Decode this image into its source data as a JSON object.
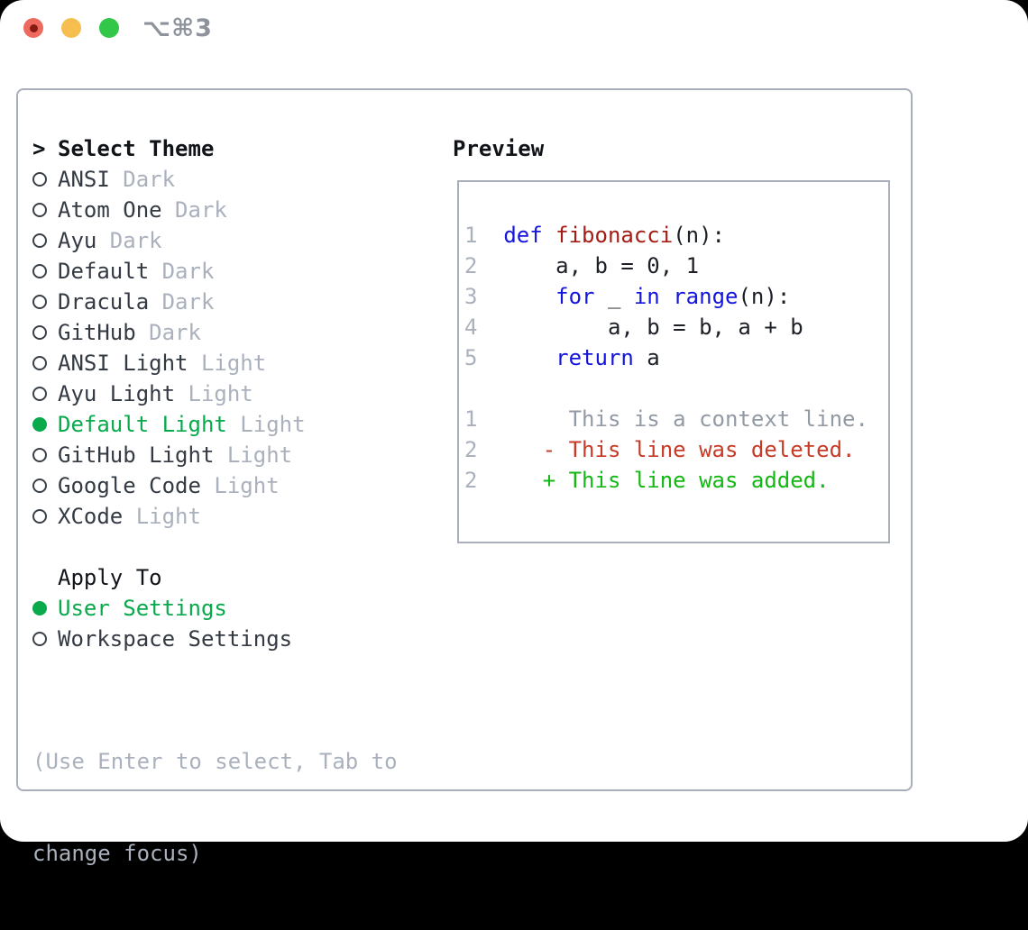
{
  "window": {
    "title": "⌥⌘3"
  },
  "theme_selector": {
    "header": {
      "marker": ">",
      "label": "Select Theme"
    },
    "items": [
      {
        "label": "ANSI",
        "tag": "Dark",
        "selected": false
      },
      {
        "label": "Atom One",
        "tag": "Dark",
        "selected": false
      },
      {
        "label": "Ayu",
        "tag": "Dark",
        "selected": false
      },
      {
        "label": "Default",
        "tag": "Dark",
        "selected": false
      },
      {
        "label": "Dracula",
        "tag": "Dark",
        "selected": false
      },
      {
        "label": "GitHub",
        "tag": "Dark",
        "selected": false
      },
      {
        "label": "ANSI Light",
        "tag": "Light",
        "selected": false
      },
      {
        "label": "Ayu Light",
        "tag": "Light",
        "selected": false
      },
      {
        "label": "Default Light",
        "tag": "Light",
        "selected": true
      },
      {
        "label": "GitHub Light",
        "tag": "Light",
        "selected": false
      },
      {
        "label": "Google Code",
        "tag": "Light",
        "selected": false
      },
      {
        "label": "XCode",
        "tag": "Light",
        "selected": false
      }
    ],
    "apply_to": {
      "header": "Apply To",
      "items": [
        {
          "label": "User Settings",
          "selected": true
        },
        {
          "label": "Workspace Settings",
          "selected": false
        }
      ]
    },
    "help": [
      "(Use Enter to select, Tab to",
      "change focus)"
    ]
  },
  "preview": {
    "title": "Preview",
    "code_lines": [
      {
        "num": "1",
        "segments": [
          {
            "text": "def",
            "role": "kw"
          },
          {
            "text": " ",
            "role": "d"
          },
          {
            "text": "fibonacci",
            "role": "fn"
          },
          {
            "text": "(n):",
            "role": "d"
          }
        ]
      },
      {
        "num": "2",
        "segments": [
          {
            "text": "    a, b = 0, 1",
            "role": "d"
          }
        ]
      },
      {
        "num": "3",
        "segments": [
          {
            "text": "    ",
            "role": "d"
          },
          {
            "text": "for",
            "role": "kw"
          },
          {
            "text": " _ ",
            "role": "d"
          },
          {
            "text": "in",
            "role": "kw"
          },
          {
            "text": " ",
            "role": "d"
          },
          {
            "text": "range",
            "role": "kw"
          },
          {
            "text": "(n):",
            "role": "d"
          }
        ]
      },
      {
        "num": "4",
        "segments": [
          {
            "text": "        a, b = b, a + b",
            "role": "d"
          }
        ]
      },
      {
        "num": "5",
        "segments": [
          {
            "text": "    ",
            "role": "d"
          },
          {
            "text": "return",
            "role": "kw"
          },
          {
            "text": " a",
            "role": "d"
          }
        ]
      }
    ],
    "diff_lines": [
      {
        "num": "1",
        "text": "     This is a context line.",
        "type": "context"
      },
      {
        "num": "2",
        "text": "   - This line was deleted.",
        "type": "deleted"
      },
      {
        "num": "2",
        "text": "   + This line was added.",
        "type": "added"
      }
    ]
  },
  "colors": {
    "accent_green": "#09a94c",
    "added_green": "#14b814",
    "deleted_red": "#c53b28",
    "keyword_blue": "#1315dc",
    "function_red": "#a41d15",
    "code_dark": "#1c2026",
    "muted_gray": "#aab1bd",
    "context_gray": "#929aa5",
    "text_dark": "#343a43",
    "heading_black": "#101418",
    "border_gray": "#a9afba",
    "title_gray": "#8e939b",
    "traffic_red": "#ee6a5e",
    "traffic_red_dot": "#871d10",
    "traffic_yellow": "#f5be4f",
    "traffic_green": "#32c749"
  }
}
